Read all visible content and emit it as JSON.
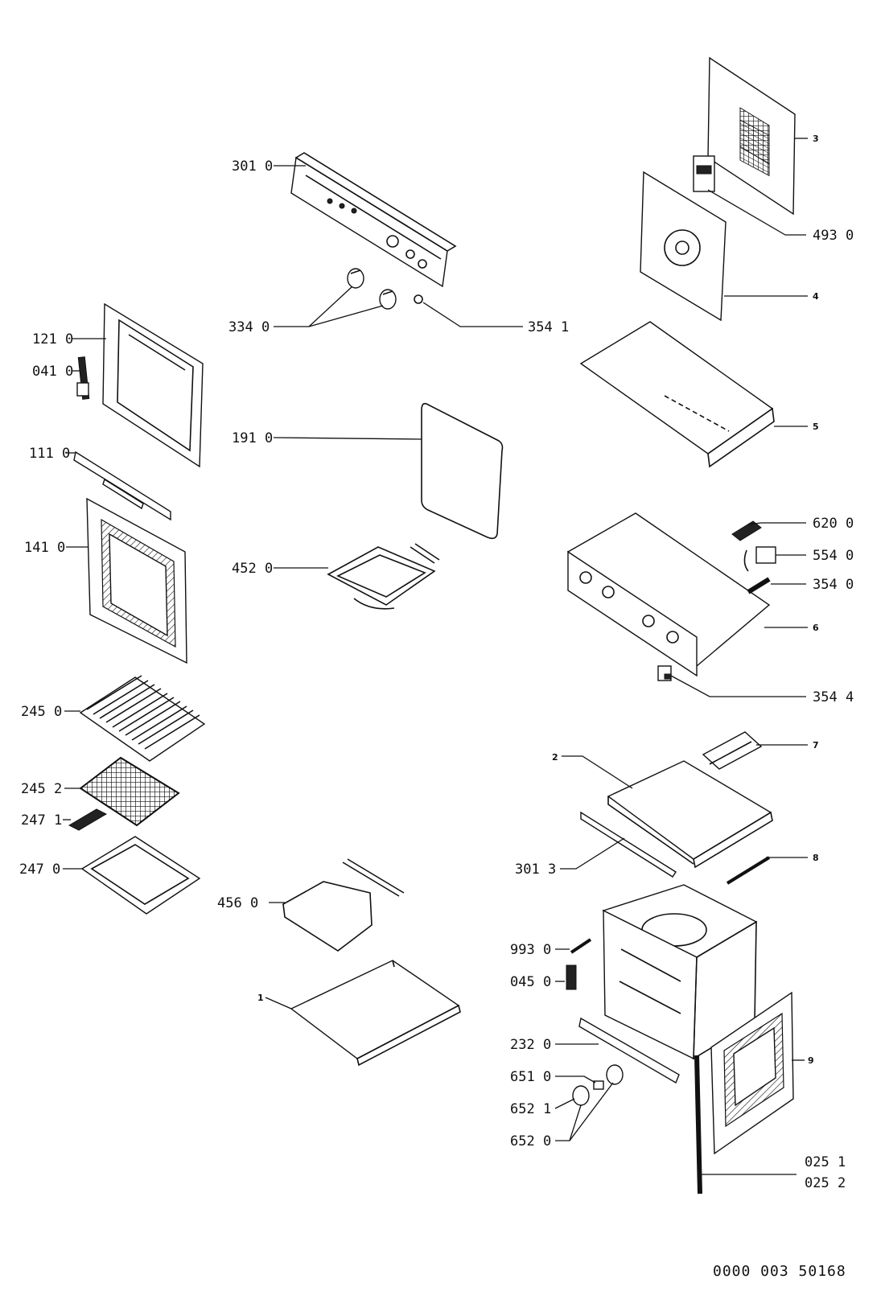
{
  "labels": {
    "l301_0": "301 0",
    "l334_0": "334 0",
    "l354_1": "354 1",
    "l121_0": "121 0",
    "l041_0": "041 0",
    "l191_0": "191 0",
    "l111_0": "111 0",
    "l141_0": "141 0",
    "l452_0": "452 0",
    "l245_0": "245 0",
    "l245_2": "245 2",
    "l247_1": "247 1",
    "l247_0": "247 0",
    "l456_0": "456 0",
    "l1": "1",
    "l3": "3",
    "l493_0": "493 0",
    "l4": "4",
    "l5": "5",
    "l620_0": "620 0",
    "l554_0": "554 0",
    "l354_0": "354 0",
    "l6": "6",
    "l354_4": "354 4",
    "l7": "7",
    "l2": "2",
    "l301_3": "301 3",
    "l8": "8",
    "l993_0": "993 0",
    "l045_0": "045 0",
    "l232_0": "232 0",
    "l651_0": "651 0",
    "l652_1": "652 1",
    "l652_0": "652 0",
    "l9": "9",
    "l025_1": "025 1",
    "l025_2": "025 2"
  },
  "footer_code": "0000 003 50168"
}
